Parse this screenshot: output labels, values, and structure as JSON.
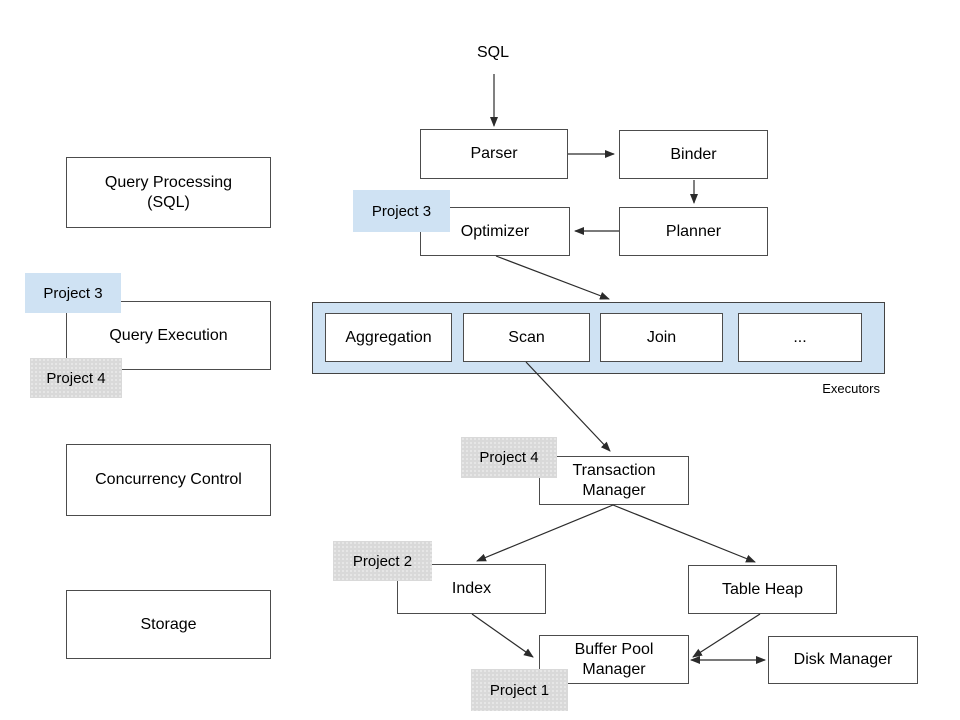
{
  "diagram": {
    "top_label": "SQL",
    "query_pipeline": {
      "parser": "Parser",
      "binder": "Binder",
      "planner": "Planner",
      "optimizer": "Optimizer"
    },
    "executors": {
      "caption": "Executors",
      "boxes": [
        "Aggregation",
        "Scan",
        "Join",
        "..."
      ]
    },
    "storage_layer": {
      "transaction_manager": "Transaction\nManager",
      "index": "Index",
      "table_heap": "Table Heap",
      "buffer_pool_manager": "Buffer Pool\nManager",
      "disk_manager": "Disk Manager"
    },
    "left_legend": {
      "query_processing": "Query Processing\n(SQL)",
      "query_execution": "Query Execution",
      "concurrency_control": "Concurrency Control",
      "storage": "Storage"
    },
    "project_tags": {
      "project_1": "Project 1",
      "project_2": "Project 2",
      "project_3": "Project 3",
      "project_4": "Project 4"
    },
    "colors": {
      "project_highlight_blue": "#cfe2f3",
      "project_highlight_gray": "#d9d9d9",
      "executors_background": "#cfe2f3",
      "box_border": "#4c4c4c",
      "arrow": "#2b2b2b"
    }
  }
}
